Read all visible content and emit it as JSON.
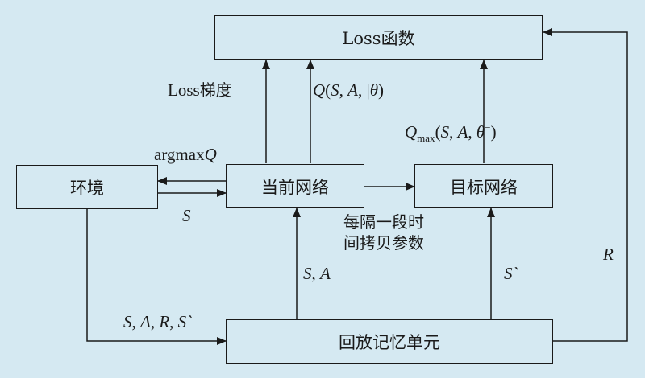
{
  "colors": {
    "background": "#d5e9f2",
    "stroke": "#1a1a1a"
  },
  "nodes": {
    "loss": "Loss函数",
    "env": "环境",
    "current": "当前网络",
    "target": "目标网络",
    "replay": "回放记忆单元"
  },
  "labels": {
    "loss_grad_prefix": "Loss",
    "loss_grad_suffix": "梯度",
    "q_name": "Q",
    "q_open": "(",
    "q_s": "S",
    "q_sep1": ", ",
    "q_a": "A",
    "q_sep2": ", |",
    "q_theta": "θ",
    "q_close": ")",
    "qmax_name": "Q",
    "qmax_sub": "max",
    "qmax_open": "(",
    "qmax_s": "S",
    "qmax_sep1": ", ",
    "qmax_a": "A",
    "qmax_sep2": ", ",
    "qmax_theta": "θ",
    "qmax_minus": "−",
    "qmax_close": ")",
    "argmax_prefix": "argmax",
    "argmax_q": "Q",
    "state": "S",
    "copy_line1": "每隔一段时",
    "copy_line2": "间拷贝参数",
    "sa_s": "S",
    "sa_sep": ", ",
    "sa_a": "A",
    "next_state": "S`",
    "reward": "R",
    "tr_s": "S",
    "tr_sep1": ", ",
    "tr_a": "A",
    "tr_sep2": ", ",
    "tr_r": "R",
    "tr_sep3": ", ",
    "tr_s2": "S`"
  }
}
